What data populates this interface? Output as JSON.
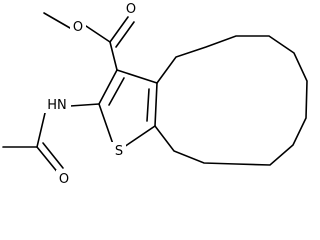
{
  "atoms": {
    "ester_carbonyl_o": {
      "text": "O"
    },
    "ester_ether_o": {
      "text": "O"
    },
    "amide_nh": {
      "text": "HN"
    },
    "amide_carbonyl_o": {
      "text": "O"
    },
    "thiophene_s": {
      "text": "S"
    }
  },
  "colors": {
    "bond": "#000000",
    "background": "#ffffff"
  }
}
